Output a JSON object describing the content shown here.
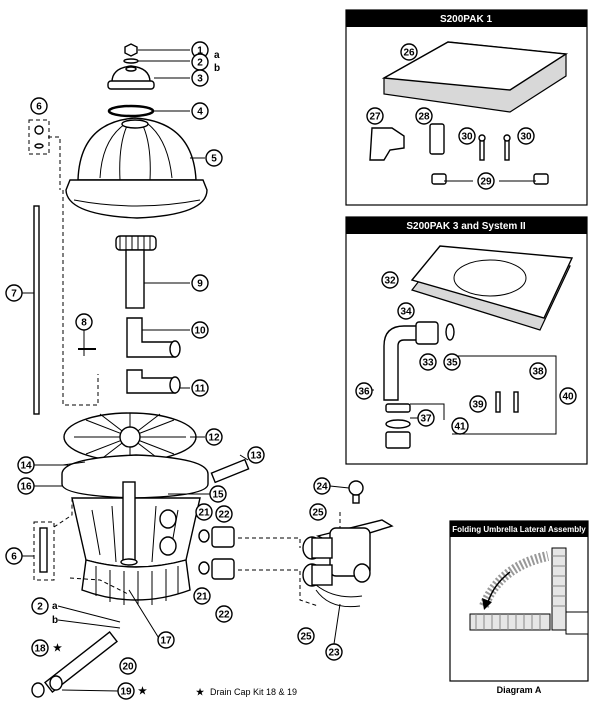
{
  "boxes": {
    "pak1_title": "S200PAK 1",
    "pak3_title": "S200PAK 3 and System II",
    "umbrella_title": "Folding Umbrella Lateral Assembly",
    "umbrella_caption": "Diagram A"
  },
  "footnote": {
    "star": "★",
    "text": "Drain Cap Kit 18 & 19"
  },
  "callouts": {
    "c1": "1",
    "c2a": "2",
    "c2b_a": "a",
    "c2b_b": "b",
    "c3": "3",
    "c4": "4",
    "c5": "5",
    "c6top": "6",
    "c6bot": "6",
    "c7": "7",
    "c8": "8",
    "c9": "9",
    "c10": "10",
    "c11": "11",
    "c12": "12",
    "c13": "13",
    "c14": "14",
    "c15": "15",
    "c16": "16",
    "c17": "17",
    "c18": "18",
    "c19": "19",
    "c20": "20",
    "c21a": "21",
    "c21b": "21",
    "c22a": "22",
    "c22b": "22",
    "c23": "23",
    "c24": "24",
    "c25a": "25",
    "c25b": "25",
    "c2low": "2",
    "c2low_a": "a",
    "c2low_b": "b",
    "c26": "26",
    "c27": "27",
    "c28": "28",
    "c29": "29",
    "c30a": "30",
    "c30b": "30",
    "c32": "32",
    "c33": "33",
    "c34": "34",
    "c35": "35",
    "c36": "36",
    "c37": "37",
    "c38": "38",
    "c39": "39",
    "c40": "40",
    "c41": "41"
  }
}
